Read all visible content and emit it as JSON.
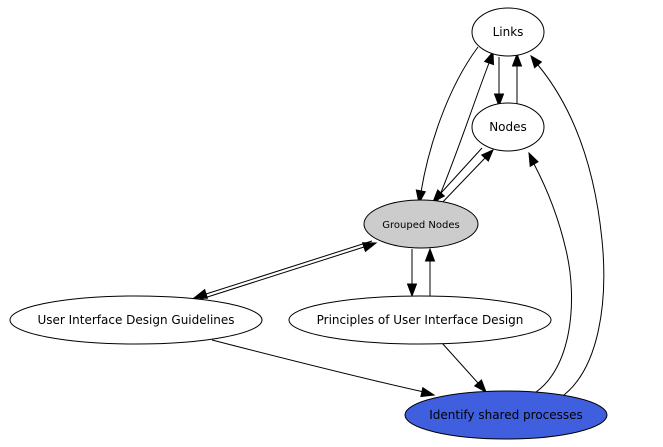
{
  "colors": {
    "default_fill": "#ffffff",
    "grouped_fill": "#cccccc",
    "highlight_fill": "#3f5fdf",
    "stroke": "#000000"
  },
  "nodes": {
    "links": {
      "label": "Links"
    },
    "nodes": {
      "label": "Nodes"
    },
    "grouped": {
      "label": "Grouped Nodes"
    },
    "guidelines": {
      "label": "User Interface Design Guidelines"
    },
    "principles": {
      "label": "Principles of User Interface Design"
    },
    "identify": {
      "label": "Identify shared processes"
    }
  },
  "edges": [
    {
      "from": "links",
      "to": "nodes"
    },
    {
      "from": "nodes",
      "to": "links"
    },
    {
      "from": "links",
      "to": "grouped"
    },
    {
      "from": "grouped",
      "to": "links"
    },
    {
      "from": "nodes",
      "to": "grouped"
    },
    {
      "from": "grouped",
      "to": "nodes"
    },
    {
      "from": "grouped",
      "to": "guidelines"
    },
    {
      "from": "guidelines",
      "to": "grouped"
    },
    {
      "from": "grouped",
      "to": "principles"
    },
    {
      "from": "principles",
      "to": "grouped"
    },
    {
      "from": "guidelines",
      "to": "identify"
    },
    {
      "from": "principles",
      "to": "identify"
    },
    {
      "from": "identify",
      "to": "nodes"
    },
    {
      "from": "identify",
      "to": "links"
    }
  ]
}
